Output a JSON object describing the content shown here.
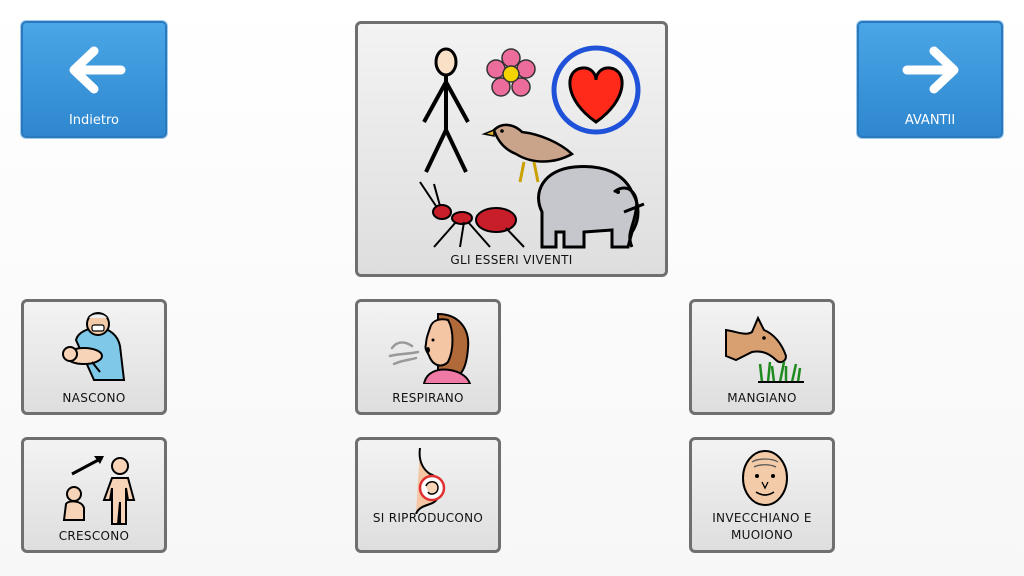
{
  "nav": {
    "back_label": "Indietro",
    "forward_label": "AVANTII"
  },
  "main": {
    "label": "GLI ESSERI VIVENTI"
  },
  "tiles": [
    {
      "label": "NASCONO",
      "icon": "newborn-baby-icon"
    },
    {
      "label": "RESPIRANO",
      "icon": "breathing-person-icon"
    },
    {
      "label": "MANGIANO",
      "icon": "grazing-animal-icon"
    },
    {
      "label": "CRESCONO",
      "icon": "growing-child-icon"
    },
    {
      "label": "SI RIPRODUCONO",
      "icon": "pregnancy-icon"
    },
    {
      "label": "INVECCHIANO E MUOIONO",
      "icon": "old-man-face-icon"
    }
  ],
  "colors": {
    "nav_blue": "#3b97dc",
    "tile_border": "#6f6f6f",
    "heart_red": "#ff2a1a",
    "ring_blue": "#1f52d8"
  }
}
